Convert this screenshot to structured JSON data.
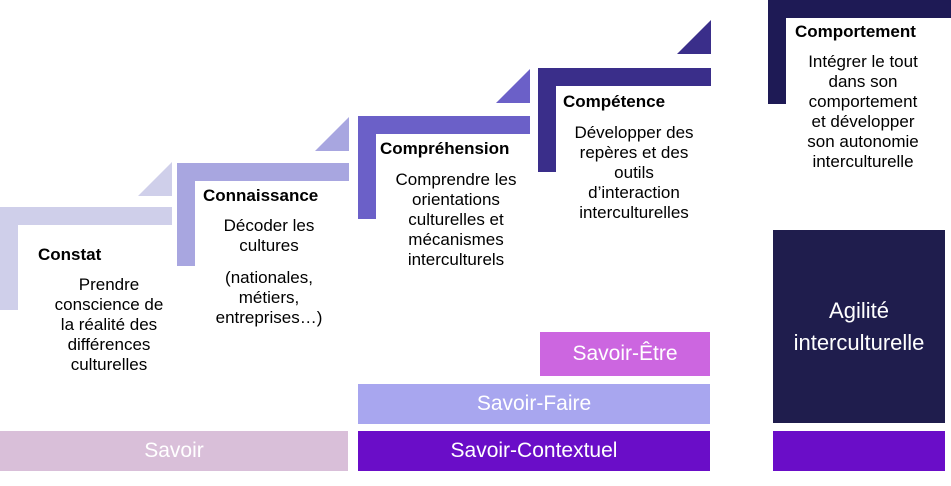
{
  "steps": [
    {
      "title": "Constat",
      "desc": "Prendre\nconscience de\nla réalité des\ndifférences\nculturelles",
      "color": "#cfcfea"
    },
    {
      "title": "Connaissance",
      "desc": "Décoder les\ncultures",
      "desc2": "(nationales,\nmétiers,\nentreprises…)",
      "color": "#a8a6e0"
    },
    {
      "title": "Compréhension",
      "desc": "Comprendre les\norientations\nculturelles et\nmécanismes\ninterculturels",
      "color": "#6b60c8"
    },
    {
      "title": "Compétence",
      "desc": "Développer des\nrepères et des\noutils\nd’interaction\ninterculturelles",
      "color": "#3a2e8a"
    },
    {
      "title": "Comportement",
      "desc": "Intégrer le tout\ndans son\ncomportement\net développer\nson autonomie\ninterculturelle",
      "color": "#1e1a55"
    }
  ],
  "bands": {
    "savoir": {
      "label": "Savoir",
      "color": "#d9bfd9"
    },
    "savoir_contextuel": {
      "label": "Savoir-Contextuel",
      "color": "#6a0dc8"
    },
    "savoir_faire": {
      "label": "Savoir-Faire",
      "color": "#a8a6ef"
    },
    "savoir_etre": {
      "label": "Savoir-Être",
      "color": "#cc66e0"
    },
    "agilite": {
      "label": "Agilité\ninterculturelle",
      "color": "#1f1d4d"
    },
    "right_bottom": {
      "color": "#6a0dc8"
    }
  }
}
